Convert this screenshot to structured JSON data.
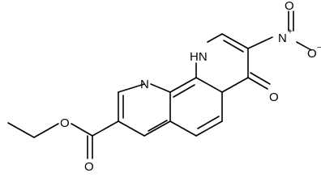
{
  "structure": {
    "labels": {
      "ring_nh": "HN",
      "ring_n": "N",
      "nitro_n": "N",
      "nitro_plus": "+",
      "nitro_o_top": "O",
      "nitro_o_right": "O",
      "nitro_minus": "−",
      "ketone_o": "O",
      "ester_o_carbonyl": "O",
      "ester_o_ether": "O"
    }
  }
}
